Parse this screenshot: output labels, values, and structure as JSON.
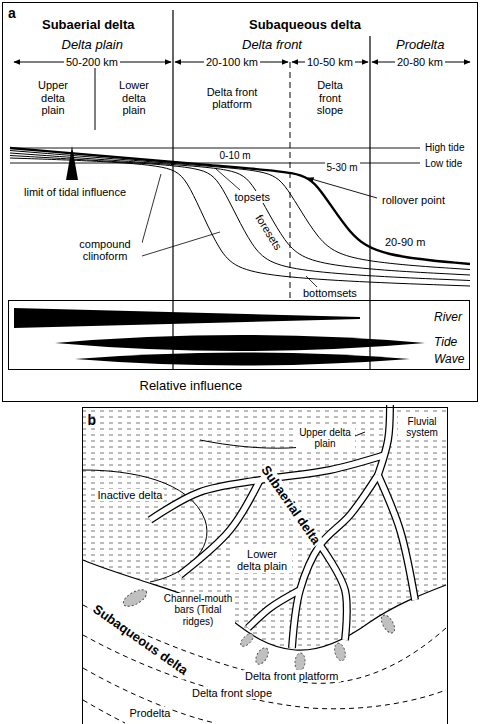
{
  "diagram": {
    "nodes": [
      {
        "text": [
          "a"
        ]
      },
      {
        "text": [
          "River",
          "Tide",
          "Wave",
          "Relative influence"
        ],
        "in": 0
      },
      {
        "text": [
          "b"
        ]
      }
    ],
    "labels": [
      "Subaerial delta",
      "Subaqueous delta",
      "Delta plain",
      "Delta front",
      "Prodelta",
      "50-200 km",
      "20-100 km",
      "10-50 km",
      "20-80 km",
      "Upper delta plain",
      "Lower delta plain",
      "Delta front platform",
      "Delta front slope",
      "0-10 m",
      "High tide",
      "Low tide",
      "5-30 m",
      "limit of tidal influence",
      "topsets",
      "rollover point",
      "compound clinoform",
      "foresets",
      "20-90 m",
      "bottomsets",
      "Fluvial system",
      "Upper delta plain",
      "Inactive delta",
      "Subaerial delta",
      "Lower delta plain",
      "Channel-mouth bars (Tidal ridges)",
      "Delta front platform",
      "Subaqueous delta",
      "Delta front slope",
      "Prodelta"
    ]
  }
}
